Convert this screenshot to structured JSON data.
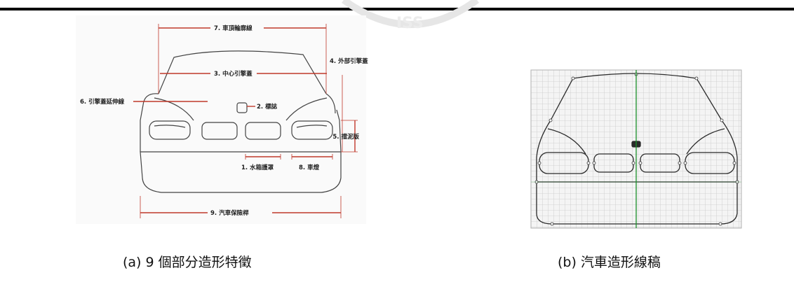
{
  "figure_a": {
    "labels": {
      "roof": "7. 車頂輪廓線",
      "outer_hood": "4. 外部引擎蓋",
      "center_hood": "3. 中心引擎蓋",
      "hood_ext": "6. 引擎蓋延伸線",
      "emblem": "2. 標誌",
      "fender": "5. 擋泥版",
      "grille": "1. 水箱護罩",
      "lamp": "8. 車燈",
      "bumper": "9. 汽車保險桿"
    },
    "caption": "(a) 9 個部分造形特徵"
  },
  "figure_b": {
    "caption": "(b)  汽車造形線稿"
  },
  "colors": {
    "annotation": "#c0392b",
    "guide": "#1a8f2a",
    "grid": "#c9c9c9"
  }
}
